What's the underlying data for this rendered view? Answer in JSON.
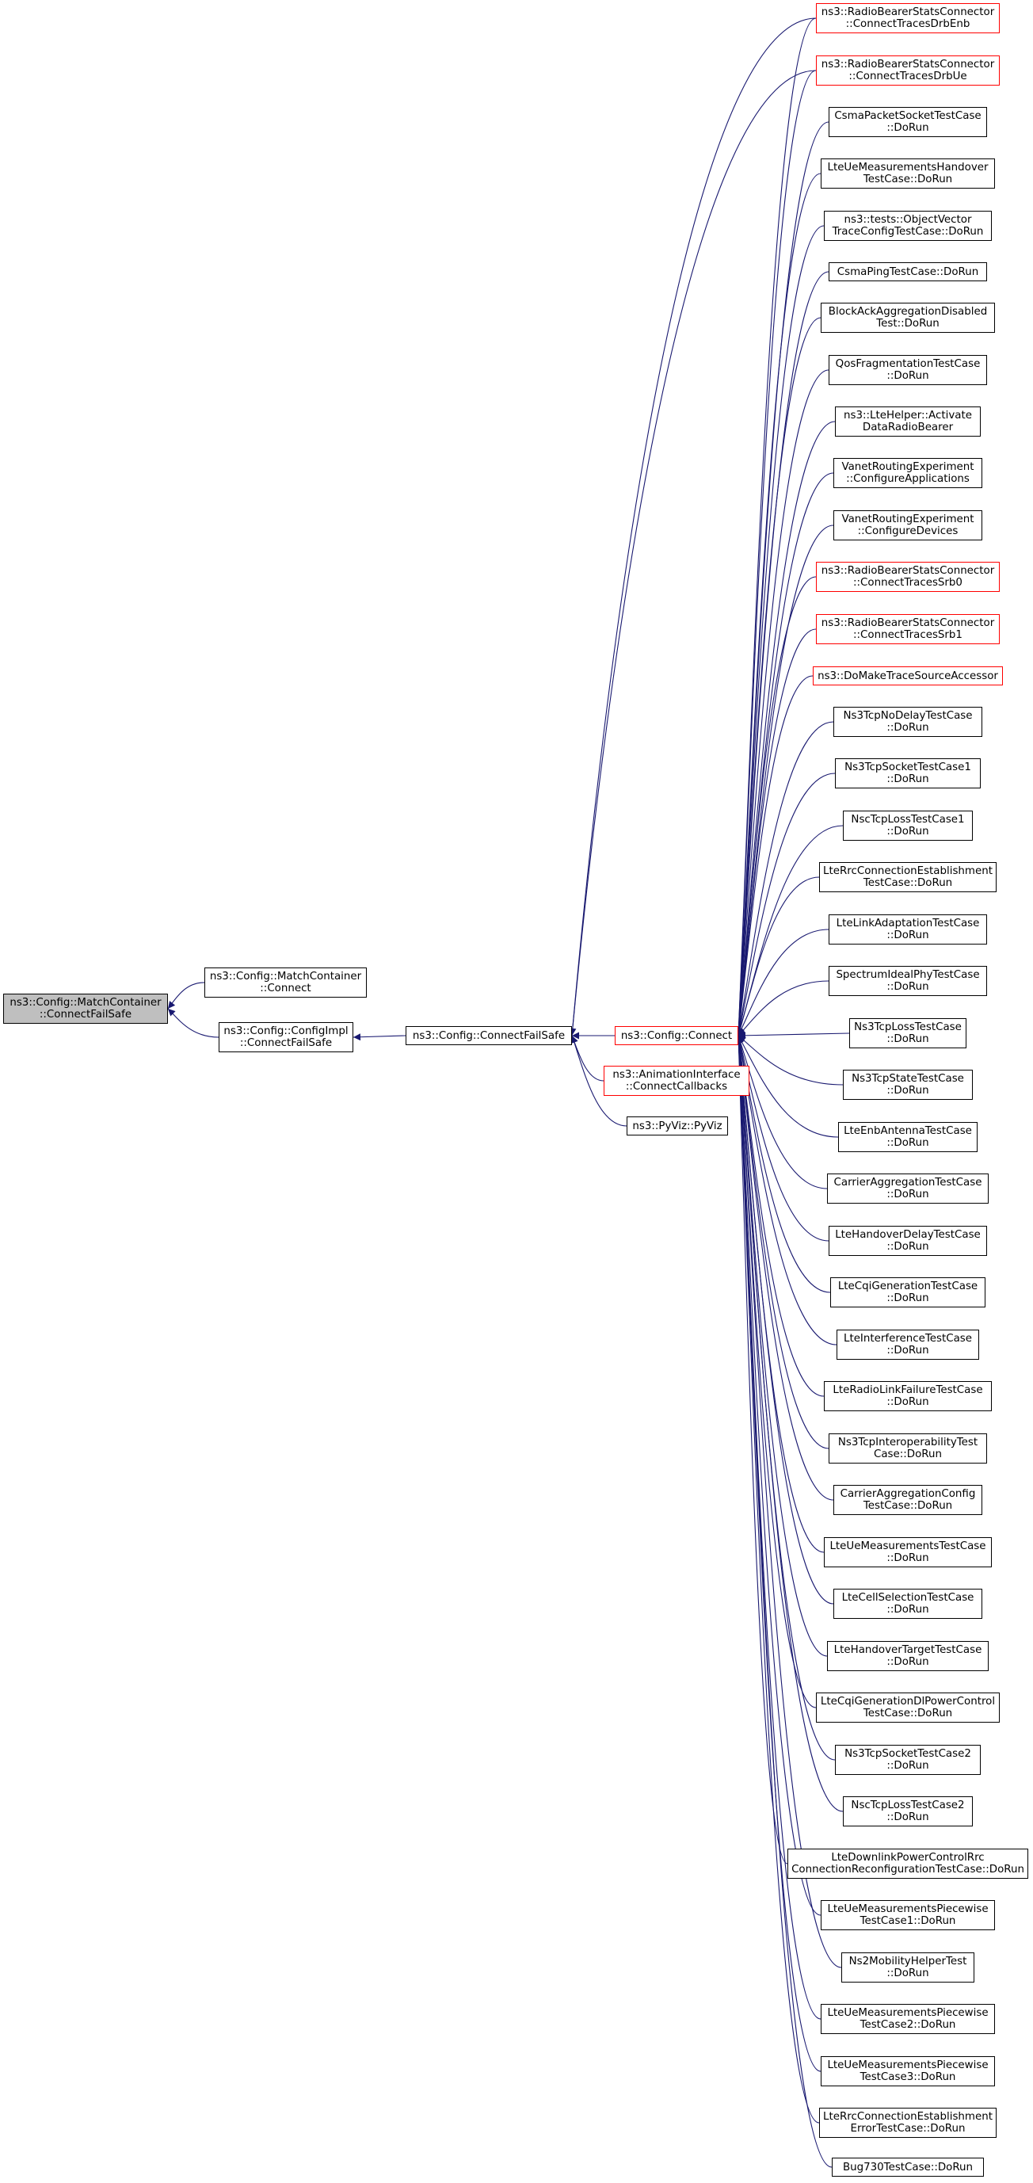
{
  "colors": {
    "edge": "#191970",
    "node_border": "#000000",
    "highlight_border": "#ff0000",
    "root_fill": "#bfbfbf"
  },
  "nodes": [
    {
      "id": "n0",
      "lines": [
        "ns3::Config::MatchContainer",
        "::ConnectFailSafe"
      ],
      "style": "root"
    },
    {
      "id": "n1",
      "lines": [
        "ns3::Config::MatchContainer",
        "::Connect"
      ],
      "style": "normal"
    },
    {
      "id": "n2",
      "lines": [
        "ns3::Config::ConfigImpl",
        "::ConnectFailSafe"
      ],
      "style": "normal"
    },
    {
      "id": "n3",
      "lines": [
        "ns3::Config::ConnectFailSafe"
      ],
      "style": "normal"
    },
    {
      "id": "n4",
      "lines": [
        "ns3::Config::Connect"
      ],
      "style": "red"
    },
    {
      "id": "n5",
      "lines": [
        "ns3::AnimationInterface",
        "::ConnectCallbacks"
      ],
      "style": "red"
    },
    {
      "id": "n6",
      "lines": [
        "ns3::PyViz::PyViz"
      ],
      "style": "normal"
    },
    {
      "id": "r0",
      "lines": [
        "ns3::RadioBearerStatsConnector",
        "::ConnectTracesDrbEnb"
      ],
      "style": "red"
    },
    {
      "id": "r1",
      "lines": [
        "ns3::RadioBearerStatsConnector",
        "::ConnectTracesDrbUe"
      ],
      "style": "red"
    },
    {
      "id": "r2",
      "lines": [
        "CsmaPacketSocketTestCase",
        "::DoRun"
      ],
      "style": "normal"
    },
    {
      "id": "r3",
      "lines": [
        "LteUeMeasurementsHandover",
        "TestCase::DoRun"
      ],
      "style": "normal"
    },
    {
      "id": "r4",
      "lines": [
        "ns3::tests::ObjectVector",
        "TraceConfigTestCase::DoRun"
      ],
      "style": "normal"
    },
    {
      "id": "r5",
      "lines": [
        "CsmaPingTestCase::DoRun"
      ],
      "style": "normal"
    },
    {
      "id": "r6",
      "lines": [
        "BlockAckAggregationDisabled",
        "Test::DoRun"
      ],
      "style": "normal"
    },
    {
      "id": "r7",
      "lines": [
        "QosFragmentationTestCase",
        "::DoRun"
      ],
      "style": "normal"
    },
    {
      "id": "r8",
      "lines": [
        "ns3::LteHelper::Activate",
        "DataRadioBearer"
      ],
      "style": "normal"
    },
    {
      "id": "r9",
      "lines": [
        "VanetRoutingExperiment",
        "::ConfigureApplications"
      ],
      "style": "normal"
    },
    {
      "id": "r10",
      "lines": [
        "VanetRoutingExperiment",
        "::ConfigureDevices"
      ],
      "style": "normal"
    },
    {
      "id": "r11",
      "lines": [
        "ns3::RadioBearerStatsConnector",
        "::ConnectTracesSrb0"
      ],
      "style": "red"
    },
    {
      "id": "r12",
      "lines": [
        "ns3::RadioBearerStatsConnector",
        "::ConnectTracesSrb1"
      ],
      "style": "red"
    },
    {
      "id": "r13",
      "lines": [
        "ns3::DoMakeTraceSourceAccessor"
      ],
      "style": "red"
    },
    {
      "id": "r14",
      "lines": [
        "Ns3TcpNoDelayTestCase",
        "::DoRun"
      ],
      "style": "normal"
    },
    {
      "id": "r15",
      "lines": [
        "Ns3TcpSocketTestCase1",
        "::DoRun"
      ],
      "style": "normal"
    },
    {
      "id": "r16",
      "lines": [
        "NscTcpLossTestCase1",
        "::DoRun"
      ],
      "style": "normal"
    },
    {
      "id": "r17",
      "lines": [
        "LteRrcConnectionEstablishment",
        "TestCase::DoRun"
      ],
      "style": "normal"
    },
    {
      "id": "r18",
      "lines": [
        "LteLinkAdaptationTestCase",
        "::DoRun"
      ],
      "style": "normal"
    },
    {
      "id": "r19",
      "lines": [
        "SpectrumIdealPhyTestCase",
        "::DoRun"
      ],
      "style": "normal"
    },
    {
      "id": "r20",
      "lines": [
        "Ns3TcpLossTestCase",
        "::DoRun"
      ],
      "style": "normal"
    },
    {
      "id": "r21",
      "lines": [
        "Ns3TcpStateTestCase",
        "::DoRun"
      ],
      "style": "normal"
    },
    {
      "id": "r22",
      "lines": [
        "LteEnbAntennaTestCase",
        "::DoRun"
      ],
      "style": "normal"
    },
    {
      "id": "r23",
      "lines": [
        "CarrierAggregationTestCase",
        "::DoRun"
      ],
      "style": "normal"
    },
    {
      "id": "r24",
      "lines": [
        "LteHandoverDelayTestCase",
        "::DoRun"
      ],
      "style": "normal"
    },
    {
      "id": "r25",
      "lines": [
        "LteCqiGenerationTestCase",
        "::DoRun"
      ],
      "style": "normal"
    },
    {
      "id": "r26",
      "lines": [
        "LteInterferenceTestCase",
        "::DoRun"
      ],
      "style": "normal"
    },
    {
      "id": "r27",
      "lines": [
        "LteRadioLinkFailureTestCase",
        "::DoRun"
      ],
      "style": "normal"
    },
    {
      "id": "r28",
      "lines": [
        "Ns3TcpInteroperabilityTest",
        "Case::DoRun"
      ],
      "style": "normal"
    },
    {
      "id": "r29",
      "lines": [
        "CarrierAggregationConfig",
        "TestCase::DoRun"
      ],
      "style": "normal"
    },
    {
      "id": "r30",
      "lines": [
        "LteUeMeasurementsTestCase",
        "::DoRun"
      ],
      "style": "normal"
    },
    {
      "id": "r31",
      "lines": [
        "LteCellSelectionTestCase",
        "::DoRun"
      ],
      "style": "normal"
    },
    {
      "id": "r32",
      "lines": [
        "LteHandoverTargetTestCase",
        "::DoRun"
      ],
      "style": "normal"
    },
    {
      "id": "r33",
      "lines": [
        "LteCqiGenerationDlPowerControl",
        "TestCase::DoRun"
      ],
      "style": "normal"
    },
    {
      "id": "r34",
      "lines": [
        "Ns3TcpSocketTestCase2",
        "::DoRun"
      ],
      "style": "normal"
    },
    {
      "id": "r35",
      "lines": [
        "NscTcpLossTestCase2",
        "::DoRun"
      ],
      "style": "normal"
    },
    {
      "id": "r36",
      "lines": [
        "LteDownlinkPowerControlRrc",
        "ConnectionReconfigurationTestCase::DoRun"
      ],
      "style": "normal"
    },
    {
      "id": "r37",
      "lines": [
        "LteUeMeasurementsPiecewise",
        "TestCase1::DoRun"
      ],
      "style": "normal"
    },
    {
      "id": "r38",
      "lines": [
        "Ns2MobilityHelperTest",
        "::DoRun"
      ],
      "style": "normal"
    },
    {
      "id": "r39",
      "lines": [
        "LteUeMeasurementsPiecewise",
        "TestCase2::DoRun"
      ],
      "style": "normal"
    },
    {
      "id": "r40",
      "lines": [
        "LteUeMeasurementsPiecewise",
        "TestCase3::DoRun"
      ],
      "style": "normal"
    },
    {
      "id": "r41",
      "lines": [
        "LteRrcConnectionEstablishment",
        "ErrorTestCase::DoRun"
      ],
      "style": "normal"
    },
    {
      "id": "r42",
      "lines": [
        "Bug730TestCase::DoRun"
      ],
      "style": "normal"
    }
  ],
  "edges": [
    [
      "n1",
      "n0"
    ],
    [
      "n2",
      "n0"
    ],
    [
      "n3",
      "n2"
    ],
    [
      "n4",
      "n3"
    ],
    [
      "n5",
      "n3"
    ],
    [
      "n6",
      "n3"
    ],
    [
      "r0",
      "n3"
    ],
    [
      "r1",
      "n3"
    ],
    [
      "r0",
      "n4"
    ],
    [
      "r1",
      "n4"
    ],
    [
      "r2",
      "n4"
    ],
    [
      "r3",
      "n4"
    ],
    [
      "r4",
      "n4"
    ],
    [
      "r5",
      "n4"
    ],
    [
      "r6",
      "n4"
    ],
    [
      "r7",
      "n4"
    ],
    [
      "r8",
      "n4"
    ],
    [
      "r9",
      "n4"
    ],
    [
      "r10",
      "n4"
    ],
    [
      "r11",
      "n4"
    ],
    [
      "r12",
      "n4"
    ],
    [
      "r13",
      "n4"
    ],
    [
      "r14",
      "n4"
    ],
    [
      "r15",
      "n4"
    ],
    [
      "r16",
      "n4"
    ],
    [
      "r17",
      "n4"
    ],
    [
      "r18",
      "n4"
    ],
    [
      "r19",
      "n4"
    ],
    [
      "r20",
      "n4"
    ],
    [
      "r21",
      "n4"
    ],
    [
      "r22",
      "n4"
    ],
    [
      "r23",
      "n4"
    ],
    [
      "r24",
      "n4"
    ],
    [
      "r25",
      "n4"
    ],
    [
      "r26",
      "n4"
    ],
    [
      "r27",
      "n4"
    ],
    [
      "r28",
      "n4"
    ],
    [
      "r29",
      "n4"
    ],
    [
      "r30",
      "n4"
    ],
    [
      "r31",
      "n4"
    ],
    [
      "r32",
      "n4"
    ],
    [
      "r33",
      "n4"
    ],
    [
      "r34",
      "n4"
    ],
    [
      "r35",
      "n4"
    ],
    [
      "r36",
      "n4"
    ],
    [
      "r37",
      "n4"
    ],
    [
      "r38",
      "n4"
    ],
    [
      "r39",
      "n4"
    ],
    [
      "r40",
      "n4"
    ],
    [
      "r41",
      "n4"
    ],
    [
      "r42",
      "n4"
    ]
  ]
}
